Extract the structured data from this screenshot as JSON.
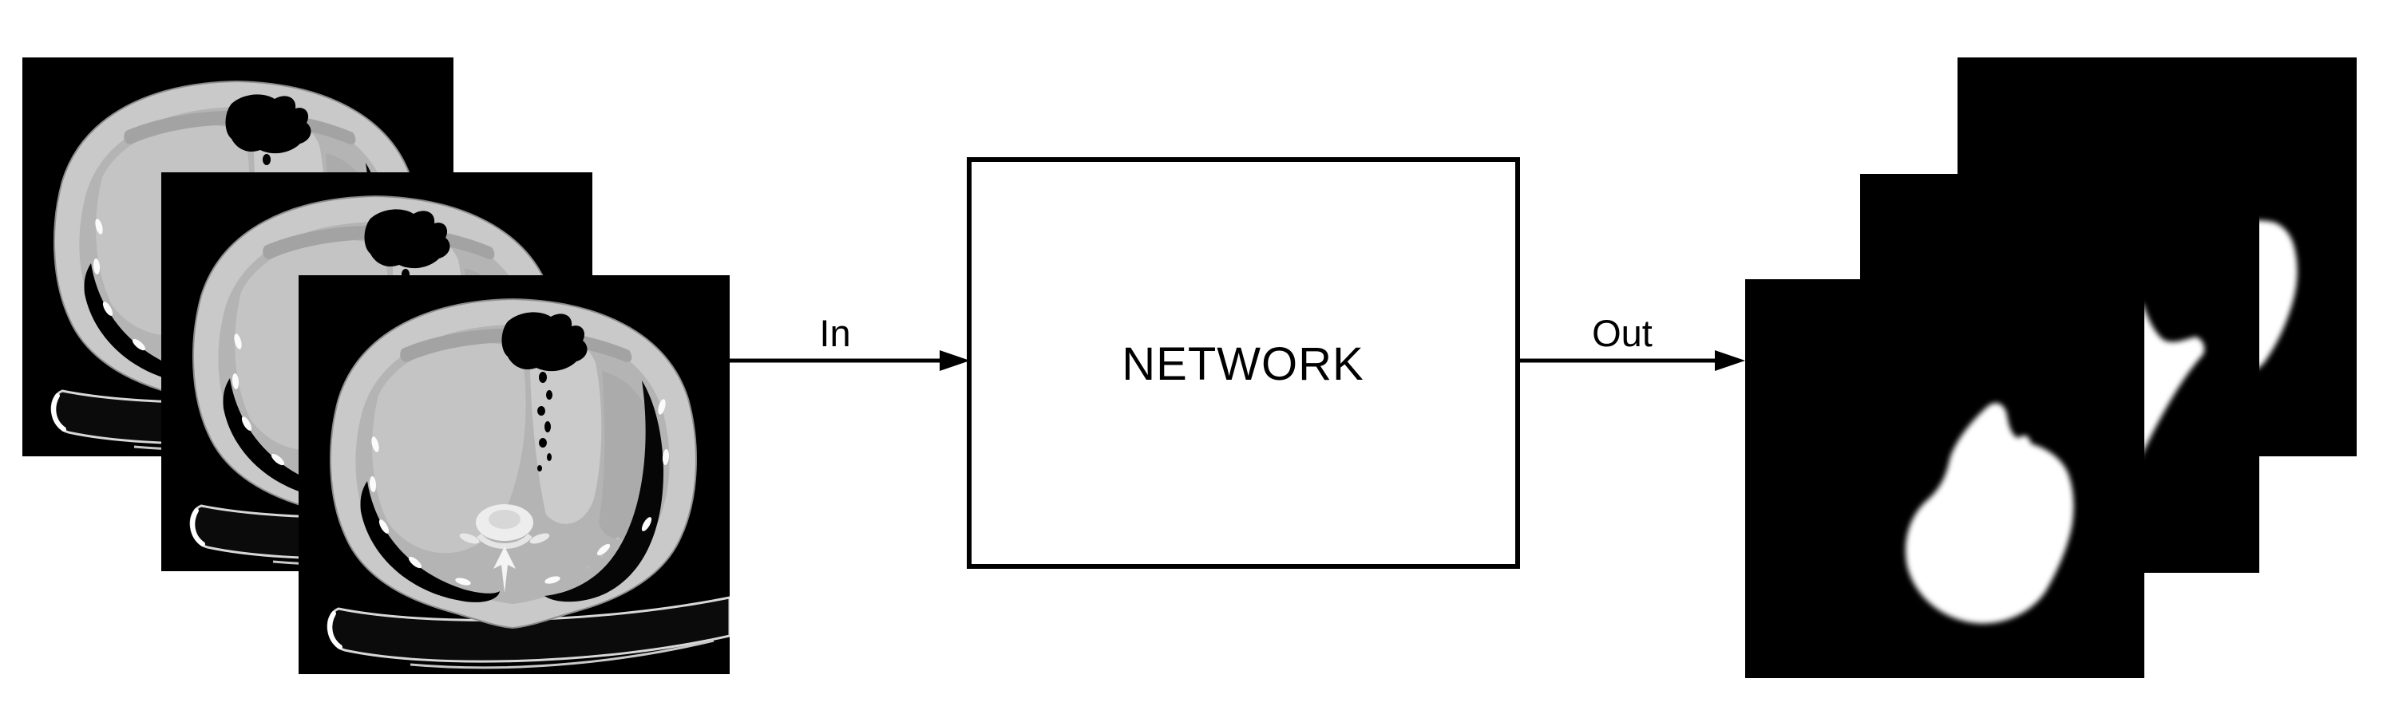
{
  "diagram": {
    "network_box": {
      "label": "NETWORK"
    },
    "input_arrow": {
      "label": "In"
    },
    "output_arrow": {
      "label": "Out"
    },
    "input_stack": {
      "icon": "abdominal-ct-slice-icon",
      "count": 3
    },
    "output_stack": {
      "icon": "segmentation-mask-icon",
      "count": 3
    },
    "colors": {
      "background": "#ffffff",
      "line": "#000000",
      "box_border": "#000000",
      "box_fill": "#ffffff",
      "scan_background": "#000000",
      "mask_blob": "#ffffff"
    }
  }
}
